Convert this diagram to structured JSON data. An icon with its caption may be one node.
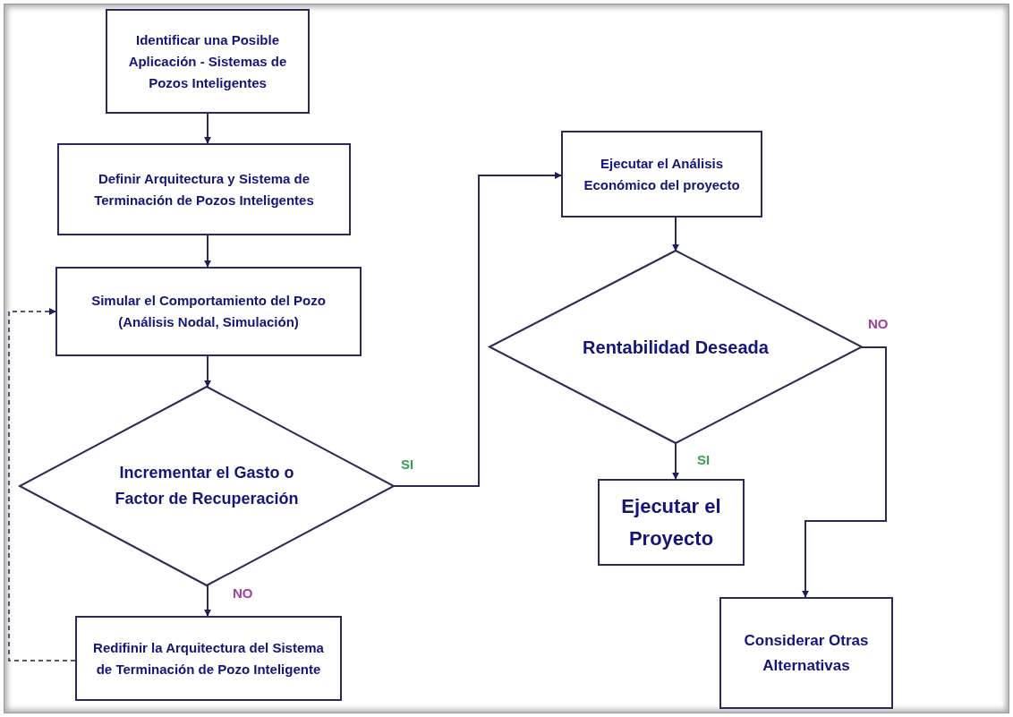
{
  "diagram": {
    "nodes": [
      {
        "text": [
          "Identificar una Posible Aplicación - Sistemas de Pozos Inteligentes"
        ]
      },
      {
        "text": [
          "Definir Arquitectura y Sistema de Terminación de Pozos Inteligentes"
        ]
      },
      {
        "text": [
          "Simular el Comportamiento del Pozo (Análisis Nodal, Simulación)"
        ]
      },
      {
        "text": [
          "Incrementar el Gasto o Factor de Recuperación"
        ]
      },
      {
        "text": [
          "Redifinir la Arquitectura del Sistema de Terminación de Pozo Inteligente"
        ]
      },
      {
        "text": [
          "Ejecutar el Análisis Económico del proyecto"
        ]
      },
      {
        "text": [
          "Rentabilidad Deseada"
        ]
      },
      {
        "text": [
          "Ejecutar el Proyecto"
        ]
      },
      {
        "text": [
          "Considerar Otras Alternativas"
        ]
      }
    ],
    "edges": [
      {
        "from": 0,
        "to": 1,
        "arrow": "to"
      },
      {
        "from": 1,
        "to": 2,
        "arrow": "to"
      },
      {
        "from": 2,
        "to": 3,
        "arrow": "to"
      },
      {
        "from": 3,
        "to": 4,
        "arrow": "to",
        "label": "NO"
      },
      {
        "from": 3,
        "to": 5,
        "arrow": "to",
        "label": "SI"
      },
      {
        "from": 5,
        "to": 6,
        "arrow": "to"
      },
      {
        "from": 6,
        "to": 7,
        "arrow": "to",
        "label": "SI"
      },
      {
        "from": 6,
        "to": 8,
        "arrow": "to",
        "label": "NO"
      },
      {
        "from": 4,
        "to": 2,
        "arrow": "to",
        "style": "dashed"
      }
    ]
  }
}
